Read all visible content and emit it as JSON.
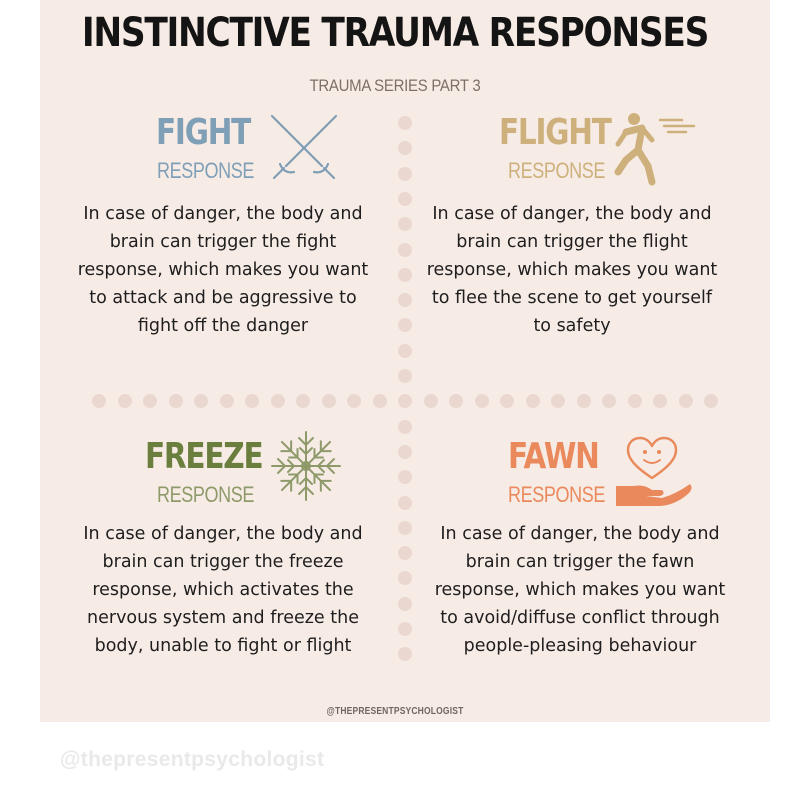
{
  "title": "INSTINCTIVE TRAUMA RESPONSES",
  "subtitle": "TRAUMA SERIES PART 3",
  "colors": {
    "background": "#f7ebe6",
    "dots": "#ead7d0",
    "fight": "#7f9fb7",
    "flight": "#cdb07c",
    "freeze": "#6a7e3e",
    "freeze_sub": "#8e9a6a",
    "fawn": "#ea8a5c"
  },
  "quadrants": {
    "fight": {
      "heading": "FIGHT",
      "sub": "RESPONSE",
      "icon": "crossed-swords-icon",
      "body": "In case of danger, the body and brain can trigger the fight response, which makes you want to attack and be aggressive to fight off the danger"
    },
    "flight": {
      "heading": "FLIGHT",
      "sub": "RESPONSE",
      "icon": "running-person-icon",
      "body": "In case of danger, the body and brain can trigger the flight response, which makes you want to flee the scene to get yourself to safety"
    },
    "freeze": {
      "heading": "FREEZE",
      "sub": "RESPONSE",
      "icon": "snowflake-icon",
      "body": "In case of danger, the body and brain can trigger the freeze response, which activates the nervous system and freeze the body, unable to fight or flight"
    },
    "fawn": {
      "heading": "FAWN",
      "sub": "RESPONSE",
      "icon": "heart-in-hand-icon",
      "body": "In case of danger, the body and brain can trigger the fawn response, which makes you want to avoid/diffuse conflict through people-pleasing behaviour"
    }
  },
  "credit": "@THEPRESENTPSYCHOLOGIST",
  "handle": "@thepresentpsychologist"
}
